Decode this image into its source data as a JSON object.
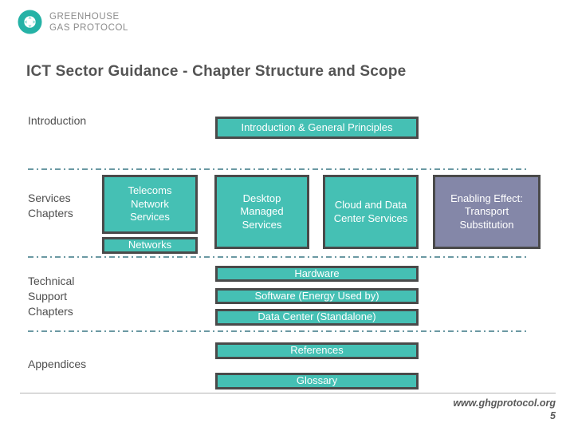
{
  "logo": {
    "line1": "GREENHOUSE",
    "line2": "GAS PROTOCOL"
  },
  "slide": {
    "title": "ICT Sector Guidance - Chapter Structure and Scope"
  },
  "diagram": {
    "intro": {
      "label": "Introduction",
      "box": "Introduction & General Principles"
    },
    "services": {
      "label": "Services Chapters",
      "telecoms": "Telecoms Network Services",
      "networks": "Networks",
      "desktop": "Desktop Managed Services",
      "cloud": "Cloud and Data Center Services",
      "enabling": "Enabling Effect: Transport Substitution"
    },
    "technical": {
      "label": "Technical Support Chapters",
      "hardware": "Hardware",
      "software": "Software (Energy Used by)",
      "datacenter": "Data Center (Standalone)"
    },
    "appendices": {
      "label": "Appendices",
      "references": "References",
      "glossary": "Glossary"
    }
  },
  "footer": {
    "url": "www.ghgprotocol.org",
    "page": "5"
  },
  "colors": {
    "box_teal": "#45c0b4",
    "box_purple": "#8487a8",
    "box_border": "#4a4a4a",
    "separator": "#6b99a3",
    "logo_teal": "#25b2a6",
    "text_gray": "#545454"
  }
}
